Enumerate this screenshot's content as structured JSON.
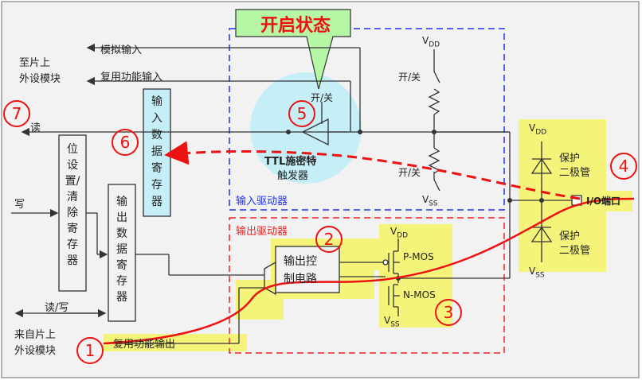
{
  "callout": {
    "text": "开启状态"
  },
  "labels": {
    "analog_in": "模拟输入",
    "alt_in": "复用功能输入",
    "to_periph_1": "至片上",
    "to_periph_2": "外设模块",
    "read": "读",
    "write": "写",
    "read_write": "读/写",
    "from_periph_1": "来自片上",
    "from_periph_2": "外设模块",
    "alt_out": "复用功能输出",
    "input_driver": "输入驱动器",
    "output_driver": "输出驱动器",
    "onoff": "开/关",
    "schmitt_1": "TTL施密特",
    "schmitt_2": "触发器",
    "protect": "保护",
    "diode": "二极管",
    "io_pin": "I/O端口",
    "pmos": "P-MOS",
    "nmos": "N-MOS",
    "vdd": "V",
    "vss": "V",
    "dd": "DD",
    "ss": "SS"
  },
  "registers": {
    "input_data": "输入数据寄存器",
    "bit_set_clear": "位设置/清除寄存器",
    "output_data": "输出数据寄存器",
    "output_control_1": "输出控",
    "output_control_2": "制电路"
  },
  "markers": [
    "1",
    "2",
    "3",
    "4",
    "5",
    "6",
    "7"
  ],
  "colors": {
    "highlight": "#f4f47a",
    "callout": "#b6f7a5",
    "input_box": "#2233ee",
    "output_box": "#ee2222",
    "marker": "#ee1111",
    "circle": "#c6eef7"
  }
}
